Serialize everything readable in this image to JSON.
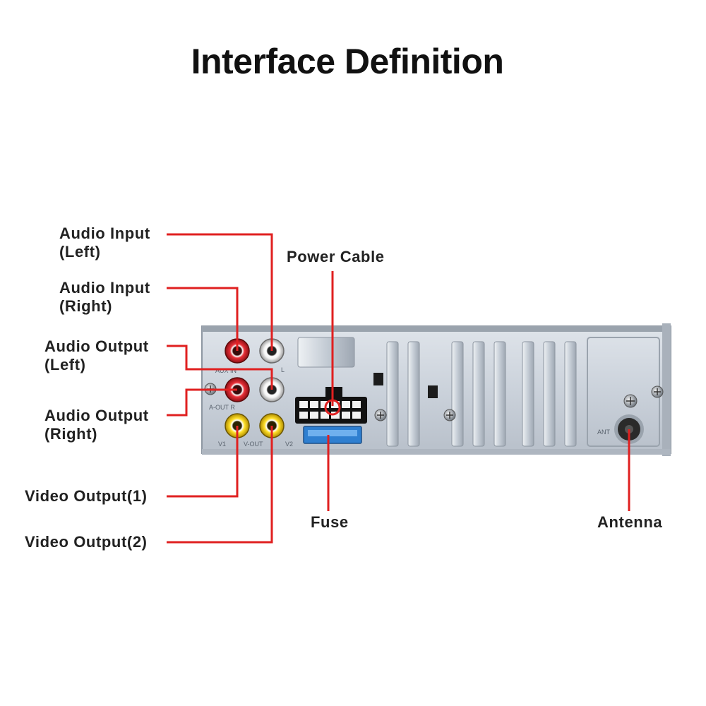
{
  "title": "Interface Definition",
  "labels": {
    "audio_input_left": [
      "Audio Input",
      "(Left)"
    ],
    "audio_input_right": [
      "Audio Input",
      "(Right)"
    ],
    "audio_output_left": [
      "Audio Output",
      "(Left)"
    ],
    "audio_output_right": [
      "Audio Output",
      "(Right)"
    ],
    "video_output_1": "Video Output(1)",
    "video_output_2": "Video Output(2)",
    "power_cable": "Power Cable",
    "fuse": "Fuse",
    "antenna": "Antenna"
  },
  "panel_markings": {
    "aux_in": "AUX IN",
    "l": "L",
    "a_out_r": "A-OUT R",
    "v1": "V1",
    "v_out": "V-OUT",
    "v2": "V2",
    "ant": "ANT"
  },
  "colors": {
    "callout_line": "#e02020",
    "jack_red": "#d81f26",
    "jack_white": "#e8e8e8",
    "jack_yellow": "#f2d21a",
    "fuse_blue": "#2f7fd0",
    "panel": "#cfd6df"
  }
}
